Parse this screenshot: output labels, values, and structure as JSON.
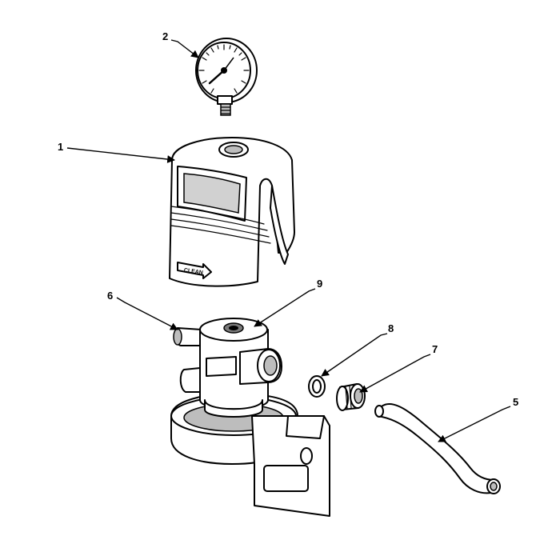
{
  "callouts": {
    "c1": "1",
    "c2": "2",
    "c5": "5",
    "c6": "6",
    "c7": "7",
    "c8": "8",
    "c9": "9"
  },
  "arrow_label": "CLEAN"
}
